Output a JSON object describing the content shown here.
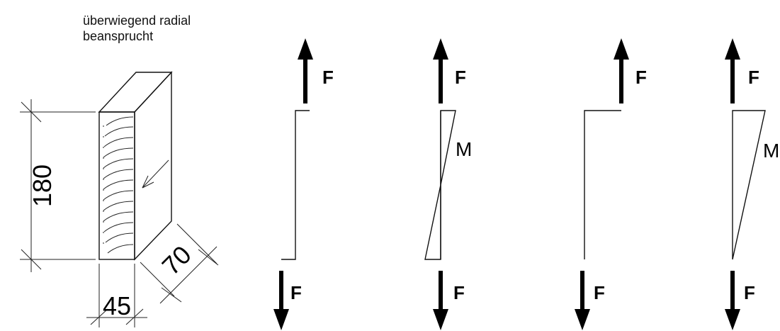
{
  "caption": {
    "line1": "überwiegend radial",
    "line2": "beansprucht"
  },
  "dimensions": {
    "height": "180",
    "width": "45",
    "depth": "70"
  },
  "diagrams": [
    {
      "id": "a",
      "top_force": "F",
      "bottom_force": "F",
      "moment": ""
    },
    {
      "id": "b",
      "top_force": "F",
      "bottom_force": "F",
      "moment": "M"
    },
    {
      "id": "c",
      "top_force": "F",
      "bottom_force": "F",
      "moment": ""
    },
    {
      "id": "d",
      "top_force": "F",
      "bottom_force": "F",
      "moment": "M"
    }
  ],
  "colors": {
    "ink": "#000000",
    "background": "#ffffff"
  }
}
